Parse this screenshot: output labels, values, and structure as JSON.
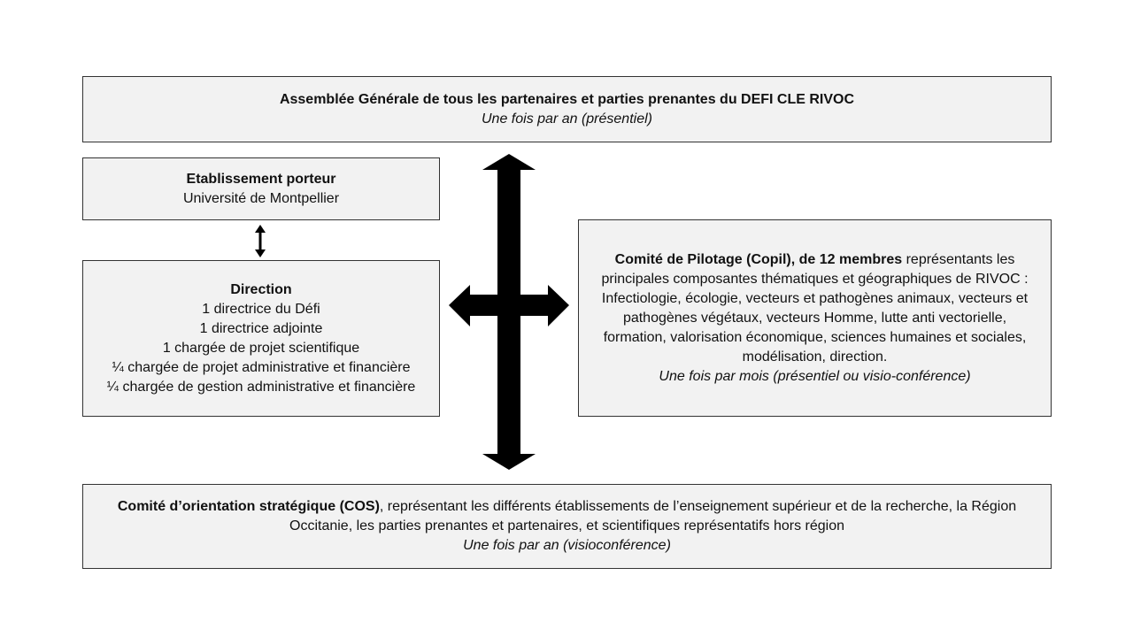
{
  "assemblee": {
    "title": "Assemblée Générale de tous les partenaires et parties prenantes du DEFI CLE RIVOC",
    "frequency": "Une fois par an (présentiel)"
  },
  "etablissement": {
    "title": "Etablissement porteur",
    "name": "Université de Montpellier"
  },
  "direction": {
    "title": "Direction",
    "members": [
      "1 directrice du Défi",
      "1 directrice adjointe",
      "1 chargée de projet scientifique",
      "¼  chargée de projet administrative et financière",
      "¼  chargée de gestion administrative et financière"
    ]
  },
  "copil": {
    "title": "Comité de Pilotage (Copil), de 12 membres",
    "line1_rest": " représentants les",
    "lines": [
      "principales composantes thématiques et géographiques de RIVOC :",
      "Infectiologie, écologie, vecteurs et pathogènes animaux, vecteurs et",
      "pathogènes végétaux, vecteurs Homme, lutte anti vectorielle,",
      "formation, valorisation économique, sciences humaines et sociales,",
      "modélisation, direction."
    ],
    "frequency": "Une fois par mois (présentiel ou visio-conférence)"
  },
  "cos": {
    "title": "Comité d’orientation stratégique (COS)",
    "line1_rest": ", représentant les différents établissements de l’enseignement supérieur et de la recherche, la Région",
    "line2": "Occitanie, les parties prenantes et partenaires, et scientifiques représentatifs hors région",
    "frequency": "Une fois par an (visioconférence)"
  },
  "colors": {
    "box_fill": "#f2f2f2",
    "box_border": "#333333",
    "arrow": "#000000"
  }
}
